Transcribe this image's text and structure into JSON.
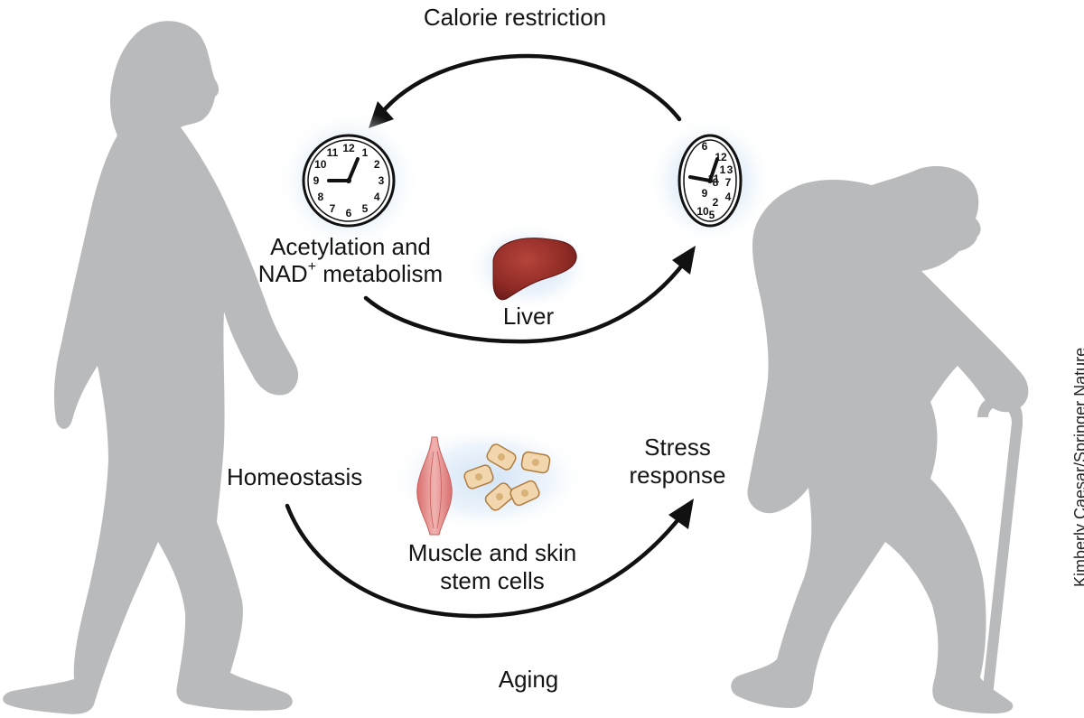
{
  "labels": {
    "top": "Calorie restriction",
    "acetylation_line1": "Acetylation and",
    "acetylation_line2_main": "NAD",
    "acetylation_line2_sup": "+",
    "acetylation_line2_rest": " metabolism",
    "liver": "Liver",
    "homeostasis": "Homeostasis",
    "stress_line1": "Stress",
    "stress_line2": "response",
    "cells_line1": "Muscle and skin",
    "cells_line2": "stem cells",
    "bottom": "Aging"
  },
  "credit": "Kimberly Caesar/Springer Nature",
  "clocks": {
    "young": {
      "numbers": [
        "12",
        "1",
        "2",
        "3",
        "4",
        "5",
        "6",
        "7",
        "8",
        "9",
        "10",
        "11"
      ]
    },
    "old": {
      "numbers": [
        "6",
        "12",
        "1",
        "3",
        "11",
        "7",
        "9",
        "8",
        "4",
        "2",
        "10",
        "5"
      ]
    }
  },
  "colors": {
    "silhouette": "#b9babc",
    "arrow": "#111111",
    "liver": "#8e2a25",
    "muscle": "#e79a98",
    "cell": "#f1d6ae",
    "glow": "#dbe9f7"
  }
}
